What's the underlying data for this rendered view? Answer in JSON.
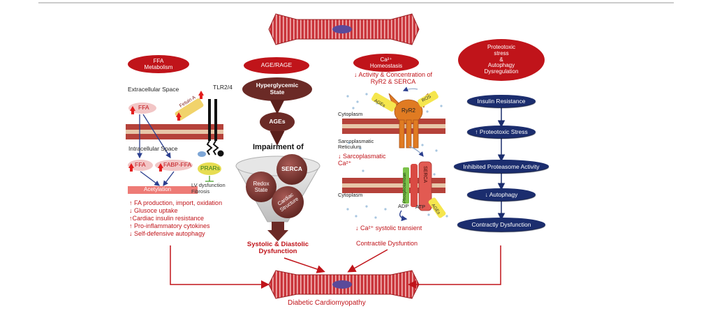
{
  "panels": {
    "ffa": {
      "title": "FFA\nMetabolism",
      "extracellular": "Extracellular Space",
      "intracellular": "Intracellular Space",
      "ffa_out": "FFA",
      "fetuin": "Fetuin A",
      "tlr": "TLR2/4",
      "ffa_in": "FFA",
      "fabp": "FABP-FFA",
      "prars": "PRARs",
      "lv": "LV dysfunction",
      "fibrosis": "Fibrosis",
      "acetylation": "Acetylation",
      "effects": [
        "↑ FA production, import, oxidation",
        "↓ Glusoce uptake",
        "↑Cardiac insulin resistance",
        "↑ Pro-inflammatory cytokines",
        "↓ Self-defensive autophagy"
      ]
    },
    "age": {
      "title": "AGE/RAGE",
      "hyperglycemic": "Hyperglycemic\nState",
      "ages": "AGEs",
      "impairment": "Impairment of",
      "serca": "SERCA",
      "redox": "Redox\nState",
      "cardiac": "Cardiac\nStructure",
      "outcome": "Systolic & Diastolic\nDysfunction"
    },
    "ca": {
      "title": "Ca²⁺\nHomeostasis",
      "header": "↓ Activity & Concentration of\nRyR2 & SERCA",
      "cytoplasm_top": "Cytoplasm",
      "ages1": "AGEs",
      "ryr2": "RyR2",
      "ros": "ROS",
      "reticulum": "Sarcoplasmatic\nReticulum",
      "sarco_ca": "↓ Sarcoplasmatic\nCa²⁺",
      "phospholamban": "Phospholamban",
      "serca": "SERCA",
      "ages2": "AGEs",
      "cytoplasm_bottom": "Cytoplasm",
      "adp": "ADP",
      "atp": "ATP",
      "transient": "↓ Ca²⁺ systolic  transient",
      "outcome": "Contractile Dysfuntion"
    },
    "proteo": {
      "title": "Proteotoxic\nstress\n&\nAutophagy\nDysregulation",
      "steps": [
        "Insulin Resistance",
        "↑ Proteotoxic Stress",
        "Inhibited Proteasome Activity",
        "↓ Autophagy",
        "Contractly Dysfunction"
      ]
    }
  },
  "footer": "Diabetic Cardiomyopathy",
  "colors": {
    "red": "#c0141a",
    "navy": "#1b2d6e",
    "brown": "#6b2a26",
    "membrane": "#b5423a",
    "orange": "#e07b22"
  }
}
